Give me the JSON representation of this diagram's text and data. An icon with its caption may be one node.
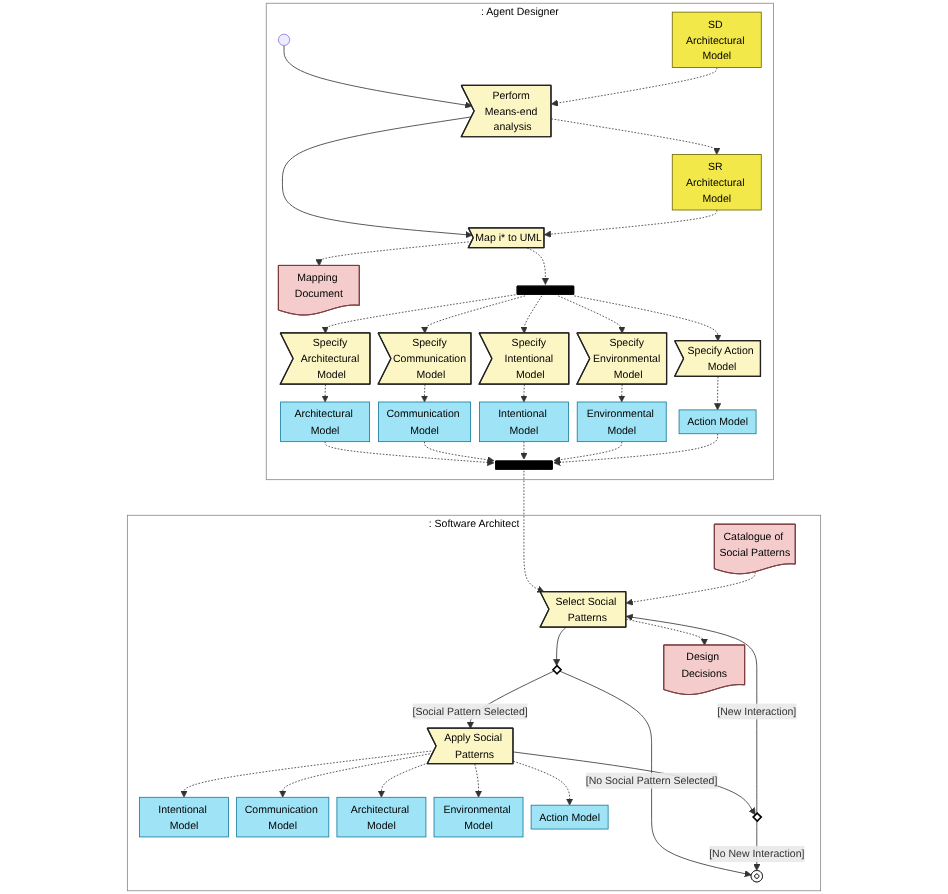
{
  "diagram": {
    "nodes": [
      {
        "text": [
          ": Agent Designer"
        ]
      },
      {
        "text": [
          ": Software Architect"
        ]
      },
      {
        "text": [
          "SD Architectural Model"
        ],
        "in": 0
      },
      {
        "text": [
          "SR Architectural Model"
        ],
        "in": 0
      },
      {
        "text": [
          "Mapping Document"
        ],
        "in": 0
      },
      {
        "text": [],
        "shape": "circle",
        "in": 0
      },
      {
        "text": [
          "Perform Means-end analysis"
        ],
        "in": 0
      },
      {
        "text": [
          "Map i* to UML"
        ],
        "in": 0
      },
      {
        "text": [],
        "shape": "bar",
        "in": 0
      },
      {
        "text": [
          "Specify Architectural Model"
        ],
        "in": 0
      },
      {
        "text": [
          "Specify Communication Model"
        ],
        "in": 0
      },
      {
        "text": [
          "Specify Intentional Model"
        ],
        "in": 0
      },
      {
        "text": [
          "Specify Environmental Model"
        ],
        "in": 0
      },
      {
        "text": [
          "Specify Action Model"
        ],
        "in": 0
      },
      {
        "text": [
          "Architectural Model"
        ],
        "in": 0
      },
      {
        "text": [
          "Communication Model"
        ],
        "in": 0
      },
      {
        "text": [
          "Intentional Model"
        ],
        "in": 0
      },
      {
        "text": [
          "Environmental Model"
        ],
        "in": 0
      },
      {
        "text": [
          "Action Model"
        ],
        "in": 0
      },
      {
        "text": [],
        "shape": "bar",
        "in": 0
      },
      {
        "text": [
          "Intentional Model"
        ],
        "in": 1
      },
      {
        "text": [
          "Communication Model"
        ],
        "in": 1
      },
      {
        "text": [
          "Architectural Model"
        ],
        "in": 1
      },
      {
        "text": [
          "Environmental Model"
        ],
        "in": 1
      },
      {
        "text": [
          "Action Model"
        ],
        "in": 1
      },
      {
        "text": [],
        "shape": "circle",
        "in": 1
      },
      {
        "text": [],
        "shape": "diamond",
        "in": 1
      },
      {
        "text": [
          "Apply Social Patterns"
        ],
        "in": 1
      },
      {
        "text": [],
        "shape": "diamond",
        "in": 1
      },
      {
        "text": [
          "Select Social Patterns"
        ],
        "in": 1
      },
      {
        "text": [
          "Design Decisions"
        ],
        "in": 1
      },
      {
        "text": [
          "Catalogue of Social Patterns"
        ],
        "in": 1
      }
    ],
    "edges": [
      {
        "from": 5,
        "to": 6,
        "arrow": "to"
      },
      {
        "from": 2,
        "to": 6,
        "arrow": "to",
        "style": "dashed"
      },
      {
        "from": 6,
        "to": 3,
        "arrow": "to",
        "style": "dashed"
      },
      {
        "from": 6,
        "to": 7,
        "arrow": "to"
      },
      {
        "from": 3,
        "to": 7,
        "arrow": "to",
        "style": "dashed"
      },
      {
        "from": 7,
        "to": 4,
        "arrow": "to",
        "style": "dashed"
      },
      {
        "from": 7,
        "to": 8,
        "arrow": "to",
        "style": "dashed"
      },
      {
        "from": 8,
        "to": 9,
        "arrow": "to",
        "style": "dashed"
      },
      {
        "from": 8,
        "to": 10,
        "arrow": "to",
        "style": "dashed"
      },
      {
        "from": 8,
        "to": 11,
        "arrow": "to",
        "style": "dashed"
      },
      {
        "from": 8,
        "to": 12,
        "arrow": "to",
        "style": "dashed"
      },
      {
        "from": 8,
        "to": 13,
        "arrow": "to",
        "style": "dashed"
      },
      {
        "from": 9,
        "to": 14,
        "arrow": "to",
        "style": "dashed"
      },
      {
        "from": 10,
        "to": 15,
        "arrow": "to",
        "style": "dashed"
      },
      {
        "from": 11,
        "to": 16,
        "arrow": "to",
        "style": "dashed"
      },
      {
        "from": 12,
        "to": 17,
        "arrow": "to",
        "style": "dashed"
      },
      {
        "from": 13,
        "to": 18,
        "arrow": "to",
        "style": "dashed"
      },
      {
        "from": 14,
        "to": 19,
        "arrow": "to",
        "style": "dashed"
      },
      {
        "from": 15,
        "to": 19,
        "arrow": "to",
        "style": "dashed"
      },
      {
        "from": 16,
        "to": 19,
        "arrow": "to",
        "style": "dashed"
      },
      {
        "from": 17,
        "to": 19,
        "arrow": "to",
        "style": "dashed"
      },
      {
        "from": 18,
        "to": 19,
        "arrow": "to",
        "style": "dashed"
      },
      {
        "from": 19,
        "to": 29,
        "arrow": "to",
        "style": "dashed"
      },
      {
        "from": 29,
        "to": 30,
        "arrow": "to",
        "style": "dashed"
      },
      {
        "from": 31,
        "to": 29,
        "arrow": "to",
        "style": "dashed"
      },
      {
        "from": 29,
        "to": 26,
        "arrow": "to"
      },
      {
        "from": 26,
        "to": 25,
        "arrow": "to",
        "label": "[No Social Pattern Selected]"
      },
      {
        "from": 26,
        "to": 27,
        "arrow": "to",
        "label": "[Social Pattern Selected]"
      },
      {
        "from": 27,
        "to": 28,
        "arrow": "to"
      },
      {
        "from": 28,
        "to": 25,
        "arrow": "to",
        "label": "[No New Interaction]"
      },
      {
        "from": 28,
        "to": 29,
        "arrow": "to",
        "label": "[New Interaction]"
      },
      {
        "from": 27,
        "to": 20,
        "arrow": "to",
        "style": "dashed"
      },
      {
        "from": 27,
        "to": 21,
        "arrow": "to",
        "style": "dashed"
      },
      {
        "from": 27,
        "to": 22,
        "arrow": "to",
        "style": "dashed"
      },
      {
        "from": 27,
        "to": 23,
        "arrow": "to",
        "style": "dashed"
      },
      {
        "from": 27,
        "to": 24,
        "arrow": "to",
        "style": "dashed"
      }
    ]
  }
}
